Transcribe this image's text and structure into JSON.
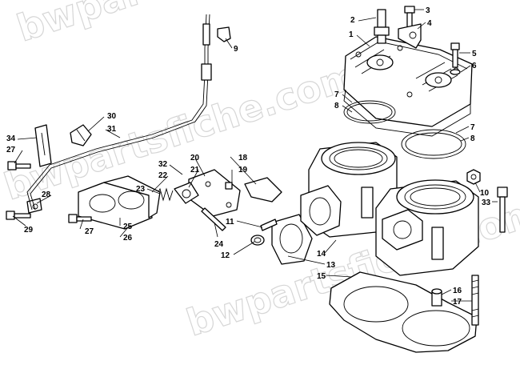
{
  "watermark": "bwpartsfiche.com",
  "callouts": [
    "1",
    "2",
    "3",
    "4",
    "5",
    "6",
    "7",
    "8",
    "7",
    "8",
    "9",
    "10",
    "11",
    "12",
    "13",
    "14",
    "15",
    "16",
    "17",
    "18",
    "19",
    "20",
    "21",
    "22",
    "23",
    "24",
    "25",
    "26",
    "27",
    "27",
    "28",
    "29",
    "30",
    "31",
    "32",
    "33",
    "34"
  ]
}
